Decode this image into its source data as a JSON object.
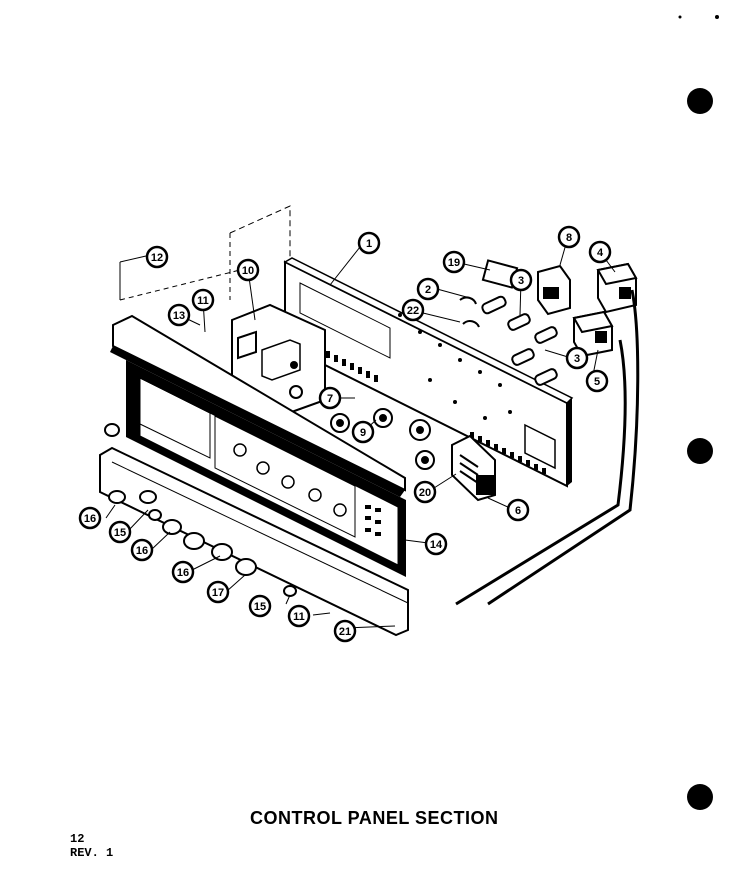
{
  "caption": "CONTROL PANEL SECTION",
  "page_number": "12",
  "revision": "REV. 1",
  "callouts": [
    {
      "id": "c1",
      "label": "1"
    },
    {
      "id": "c2",
      "label": "2"
    },
    {
      "id": "c3a",
      "label": "3"
    },
    {
      "id": "c3b",
      "label": "3"
    },
    {
      "id": "c4",
      "label": "4"
    },
    {
      "id": "c5",
      "label": "5"
    },
    {
      "id": "c6",
      "label": "6"
    },
    {
      "id": "c7",
      "label": "7"
    },
    {
      "id": "c8",
      "label": "8"
    },
    {
      "id": "c9",
      "label": "9"
    },
    {
      "id": "c10",
      "label": "10"
    },
    {
      "id": "c11a",
      "label": "11"
    },
    {
      "id": "c11b",
      "label": "11"
    },
    {
      "id": "c12",
      "label": "12"
    },
    {
      "id": "c13",
      "label": "13"
    },
    {
      "id": "c14",
      "label": "14"
    },
    {
      "id": "c15a",
      "label": "15"
    },
    {
      "id": "c15b",
      "label": "15"
    },
    {
      "id": "c16a",
      "label": "16"
    },
    {
      "id": "c16b",
      "label": "16"
    },
    {
      "id": "c16c",
      "label": "16"
    },
    {
      "id": "c17",
      "label": "17"
    },
    {
      "id": "c19",
      "label": "19"
    },
    {
      "id": "c20",
      "label": "20"
    },
    {
      "id": "c21",
      "label": "21"
    },
    {
      "id": "c22",
      "label": "22"
    }
  ]
}
